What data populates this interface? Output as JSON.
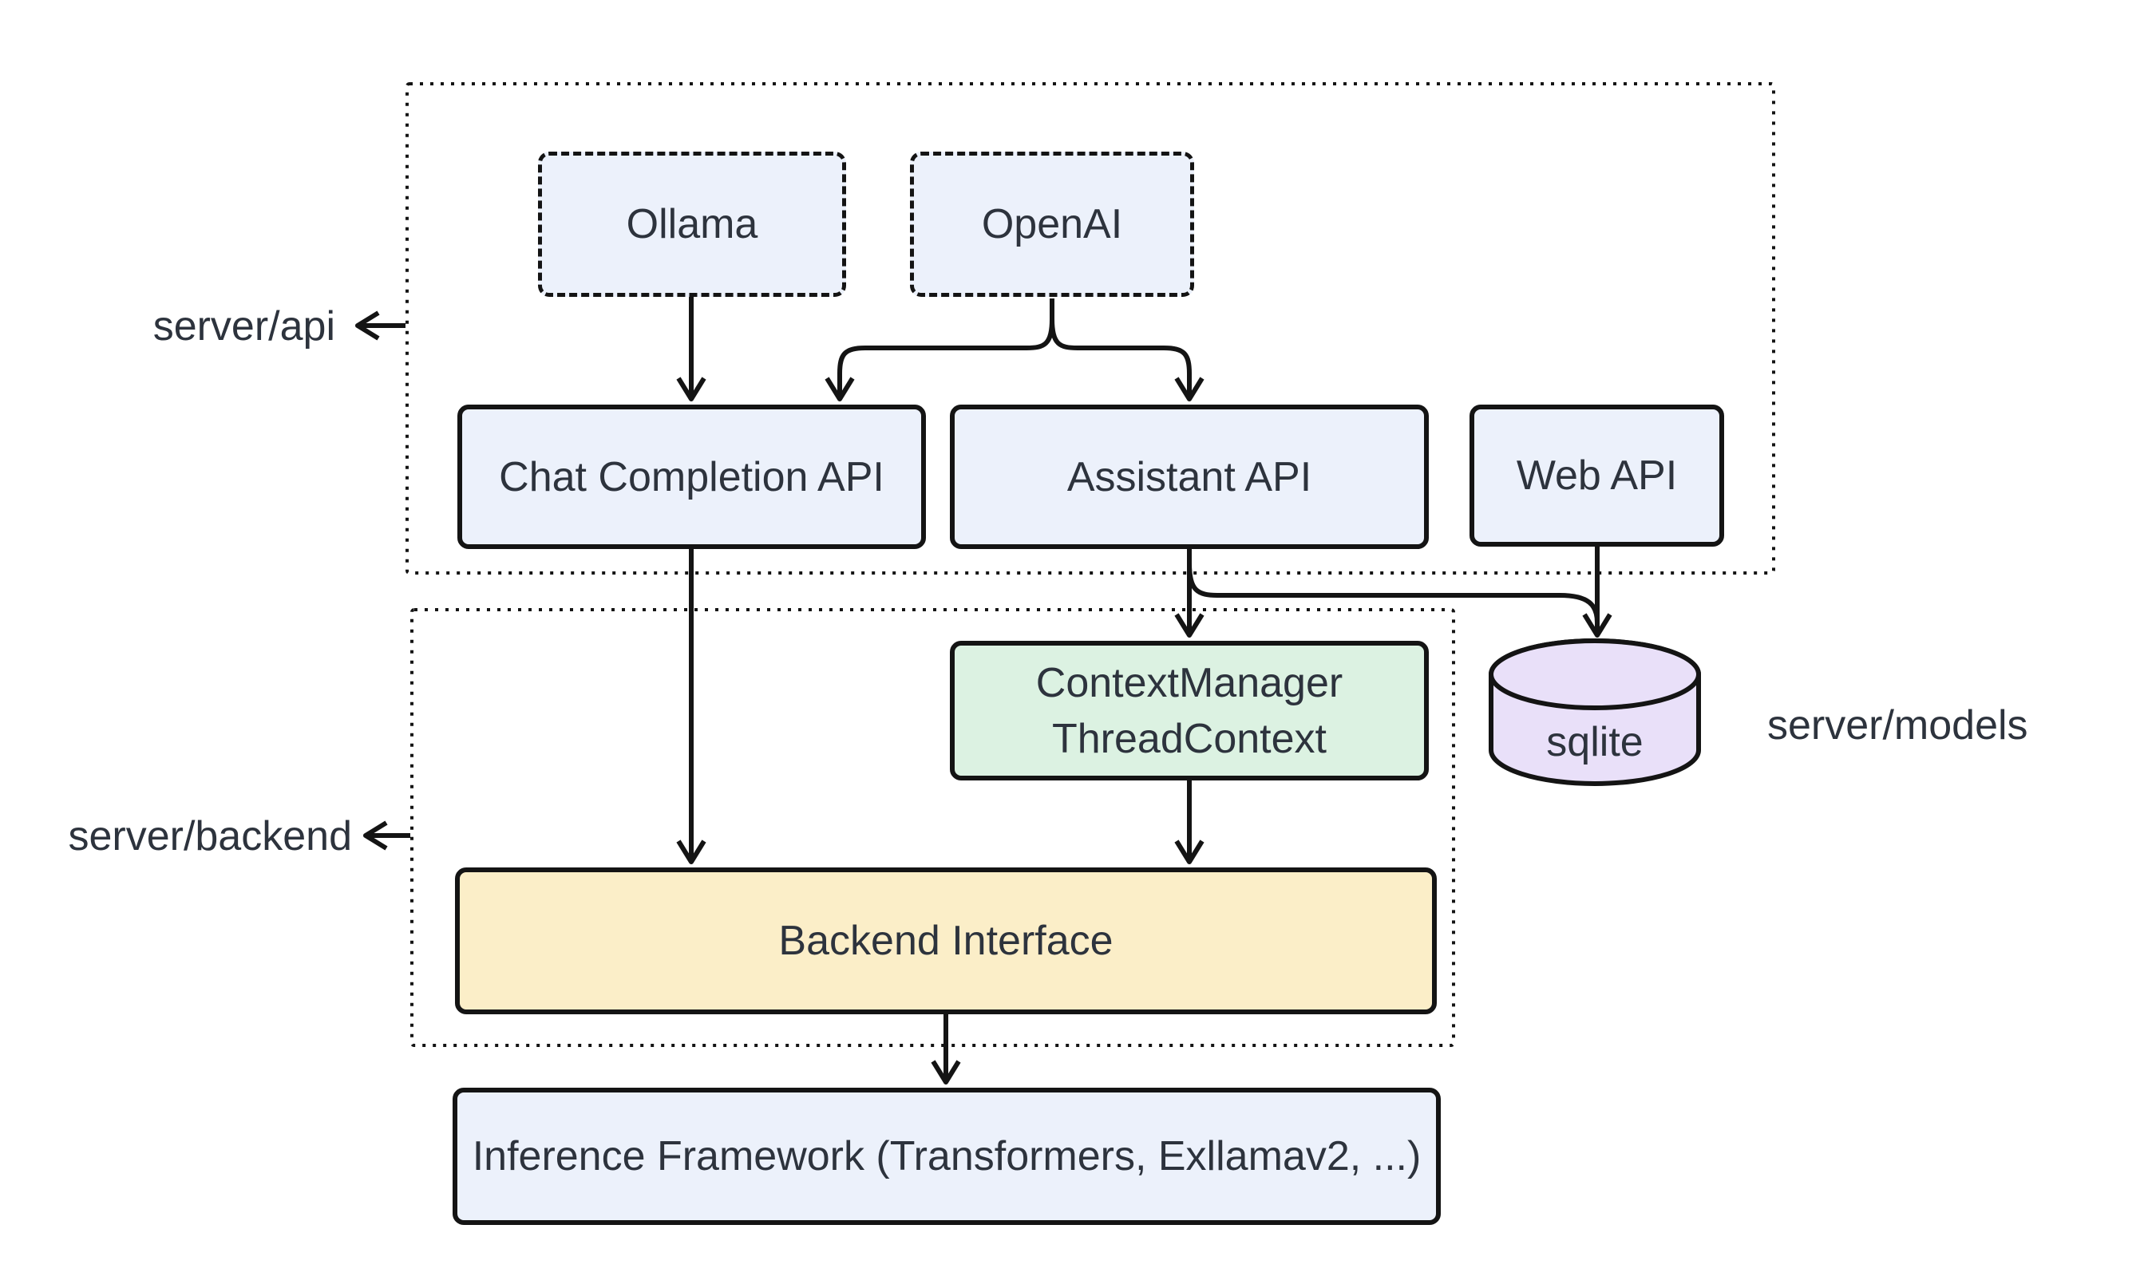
{
  "colors": {
    "blue": "#ECF1FB",
    "green": "#DCF2E2",
    "yellow": "#FBEEC8",
    "purple": "#E9E0F9",
    "border": "#141414",
    "text": "#2D333D",
    "bg": "#FFFFFF"
  },
  "group_labels": {
    "server_api": "server/api",
    "server_backend": "server/backend",
    "server_models": "server/models"
  },
  "nodes": {
    "ollama": {
      "label": "Ollama",
      "style": "dashed-blue"
    },
    "openai": {
      "label": "OpenAI",
      "style": "dashed-blue"
    },
    "chat_completion_api": {
      "label": "Chat Completion API",
      "style": "solid-blue"
    },
    "assistant_api": {
      "label": "Assistant API",
      "style": "solid-blue"
    },
    "web_api": {
      "label": "Web API",
      "style": "solid-blue"
    },
    "context_manager": {
      "label_line1": "ContextManager",
      "label_line2": "ThreadContext",
      "style": "solid-green"
    },
    "backend_interface": {
      "label": "Backend Interface",
      "style": "solid-yellow"
    },
    "inference_framework": {
      "label": "Inference Framework (Transformers, Exllamav2, ...)",
      "style": "solid-blue"
    },
    "sqlite": {
      "label": "sqlite",
      "style": "cylinder-purple"
    }
  },
  "edges": [
    {
      "from": "Ollama",
      "to": "Chat Completion API"
    },
    {
      "from": "OpenAI",
      "to": "Chat Completion API"
    },
    {
      "from": "OpenAI",
      "to": "Assistant API"
    },
    {
      "from": "Chat Completion API",
      "to": "Backend Interface"
    },
    {
      "from": "Assistant API",
      "to": "ContextManager ThreadContext"
    },
    {
      "from": "Assistant API",
      "to": "sqlite"
    },
    {
      "from": "Web API",
      "to": "sqlite"
    },
    {
      "from": "ContextManager ThreadContext",
      "to": "Backend Interface"
    },
    {
      "from": "Backend Interface",
      "to": "Inference Framework (Transformers, Exllamav2, ...)"
    }
  ]
}
